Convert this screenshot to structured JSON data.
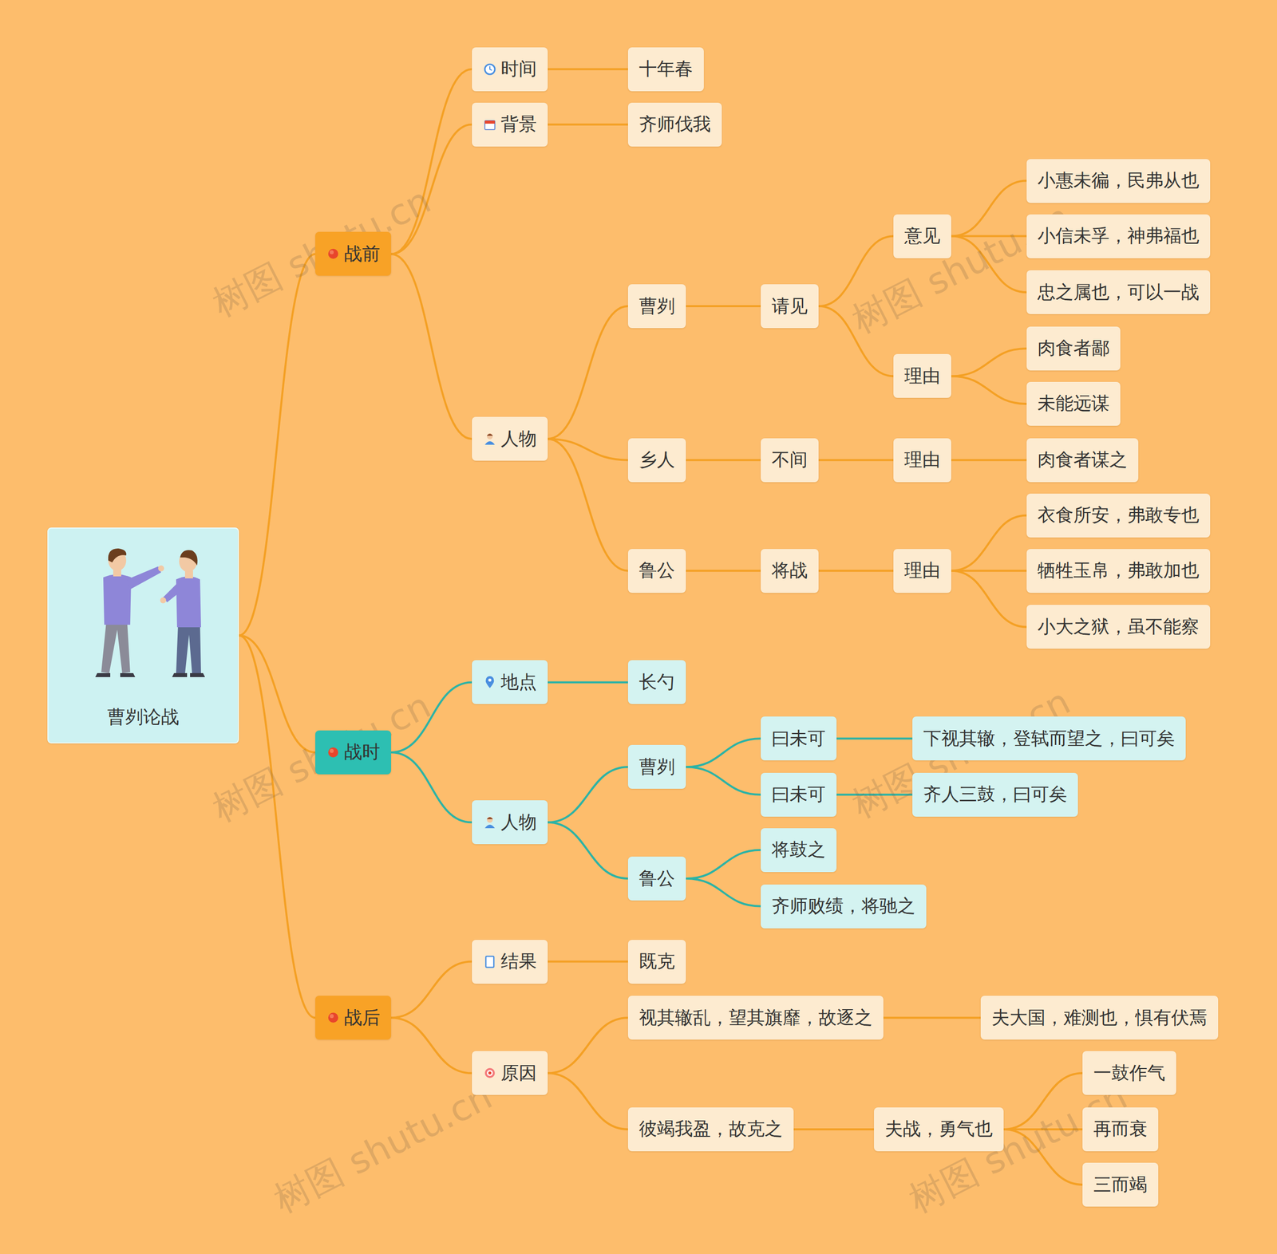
{
  "diagram": {
    "nodes": [
      {
        "text": [
          "曹刿论战"
        ]
      },
      {
        "text": [
          "战前"
        ]
      },
      {
        "text": [
          "时间"
        ]
      },
      {
        "text": [
          "十年春"
        ]
      },
      {
        "text": [
          "背景"
        ]
      },
      {
        "text": [
          "齐师伐我"
        ]
      },
      {
        "text": [
          "人物"
        ]
      },
      {
        "text": [
          "曹刿"
        ]
      },
      {
        "text": [
          "请见"
        ]
      },
      {
        "text": [
          "意见"
        ]
      },
      {
        "text": [
          "小惠未徧，民弗从也"
        ]
      },
      {
        "text": [
          "小信未孚，神弗福也"
        ]
      },
      {
        "text": [
          "忠之属也，可以一战"
        ]
      },
      {
        "text": [
          "理由"
        ]
      },
      {
        "text": [
          "肉食者鄙"
        ]
      },
      {
        "text": [
          "未能远谋"
        ]
      },
      {
        "text": [
          "乡人"
        ]
      },
      {
        "text": [
          "不间"
        ]
      },
      {
        "text": [
          "理由"
        ]
      },
      {
        "text": [
          "肉食者谋之"
        ]
      },
      {
        "text": [
          "鲁公"
        ]
      },
      {
        "text": [
          "将战"
        ]
      },
      {
        "text": [
          "理由"
        ]
      },
      {
        "text": [
          "衣食所安，弗敢专也"
        ]
      },
      {
        "text": [
          "牺牲玉帛，弗敢加也"
        ]
      },
      {
        "text": [
          "小大之狱，虽不能察"
        ]
      },
      {
        "text": [
          "战时"
        ]
      },
      {
        "text": [
          "地点"
        ]
      },
      {
        "text": [
          "长勺"
        ]
      },
      {
        "text": [
          "人物"
        ]
      },
      {
        "text": [
          "曹刿"
        ]
      },
      {
        "text": [
          "曰未可"
        ]
      },
      {
        "text": [
          "下视其辙，登轼而望之，曰可矣"
        ]
      },
      {
        "text": [
          "曰未可"
        ]
      },
      {
        "text": [
          "齐人三鼓，曰可矣"
        ]
      },
      {
        "text": [
          "鲁公"
        ]
      },
      {
        "text": [
          "将鼓之"
        ]
      },
      {
        "text": [
          "齐师败绩，将驰之"
        ]
      },
      {
        "text": [
          "战后"
        ]
      },
      {
        "text": [
          "结果"
        ]
      },
      {
        "text": [
          "既克"
        ]
      },
      {
        "text": [
          "原因"
        ]
      },
      {
        "text": [
          "视其辙乱，望其旗靡，故逐之"
        ]
      },
      {
        "text": [
          "夫大国，难测也，惧有伏焉"
        ]
      },
      {
        "text": [
          "彼竭我盈，故克之"
        ]
      },
      {
        "text": [
          "夫战，勇气也"
        ]
      },
      {
        "text": [
          "一鼓作气"
        ]
      },
      {
        "text": [
          "再而衰"
        ]
      },
      {
        "text": [
          "三而竭"
        ]
      }
    ],
    "edges": [
      {
        "from": 0,
        "to": 1,
        "arrow": "none"
      },
      {
        "from": 1,
        "to": 2,
        "arrow": "none"
      },
      {
        "from": 2,
        "to": 3,
        "arrow": "none"
      },
      {
        "from": 1,
        "to": 4,
        "arrow": "none"
      },
      {
        "from": 4,
        "to": 5,
        "arrow": "none"
      },
      {
        "from": 1,
        "to": 6,
        "arrow": "none"
      },
      {
        "from": 6,
        "to": 7,
        "arrow": "none"
      },
      {
        "from": 7,
        "to": 8,
        "arrow": "none"
      },
      {
        "from": 8,
        "to": 9,
        "arrow": "none"
      },
      {
        "from": 9,
        "to": 10,
        "arrow": "none"
      },
      {
        "from": 9,
        "to": 11,
        "arrow": "none"
      },
      {
        "from": 9,
        "to": 12,
        "arrow": "none"
      },
      {
        "from": 8,
        "to": 13,
        "arrow": "none"
      },
      {
        "from": 13,
        "to": 14,
        "arrow": "none"
      },
      {
        "from": 13,
        "to": 15,
        "arrow": "none"
      },
      {
        "from": 6,
        "to": 16,
        "arrow": "none"
      },
      {
        "from": 16,
        "to": 17,
        "arrow": "none"
      },
      {
        "from": 17,
        "to": 18,
        "arrow": "none"
      },
      {
        "from": 18,
        "to": 19,
        "arrow": "none"
      },
      {
        "from": 6,
        "to": 20,
        "arrow": "none"
      },
      {
        "from": 20,
        "to": 21,
        "arrow": "none"
      },
      {
        "from": 21,
        "to": 22,
        "arrow": "none"
      },
      {
        "from": 22,
        "to": 23,
        "arrow": "none"
      },
      {
        "from": 22,
        "to": 24,
        "arrow": "none"
      },
      {
        "from": 22,
        "to": 25,
        "arrow": "none"
      },
      {
        "from": 0,
        "to": 26,
        "arrow": "none"
      },
      {
        "from": 26,
        "to": 27,
        "arrow": "none"
      },
      {
        "from": 27,
        "to": 28,
        "arrow": "none"
      },
      {
        "from": 26,
        "to": 29,
        "arrow": "none"
      },
      {
        "from": 29,
        "to": 30,
        "arrow": "none"
      },
      {
        "from": 30,
        "to": 31,
        "arrow": "none"
      },
      {
        "from": 31,
        "to": 32,
        "arrow": "none"
      },
      {
        "from": 30,
        "to": 33,
        "arrow": "none"
      },
      {
        "from": 33,
        "to": 34,
        "arrow": "none"
      },
      {
        "from": 29,
        "to": 35,
        "arrow": "none"
      },
      {
        "from": 35,
        "to": 36,
        "arrow": "none"
      },
      {
        "from": 35,
        "to": 37,
        "arrow": "none"
      },
      {
        "from": 0,
        "to": 38,
        "arrow": "none"
      },
      {
        "from": 38,
        "to": 39,
        "arrow": "none"
      },
      {
        "from": 39,
        "to": 40,
        "arrow": "none"
      },
      {
        "from": 38,
        "to": 41,
        "arrow": "none"
      },
      {
        "from": 41,
        "to": 42,
        "arrow": "none"
      },
      {
        "from": 42,
        "to": 43,
        "arrow": "none"
      },
      {
        "from": 41,
        "to": 44,
        "arrow": "none"
      },
      {
        "from": 44,
        "to": 45,
        "arrow": "none"
      },
      {
        "from": 45,
        "to": 46,
        "arrow": "none"
      },
      {
        "from": 45,
        "to": 47,
        "arrow": "none"
      },
      {
        "from": 45,
        "to": 48,
        "arrow": "none"
      }
    ],
    "labels": [
      "树图 shutu.cn",
      "树图 shutu.cn",
      "树图 shutu.cn",
      "树图 shutu.cn",
      "树图 shutu.cn",
      "树图 shutu.cn"
    ]
  }
}
